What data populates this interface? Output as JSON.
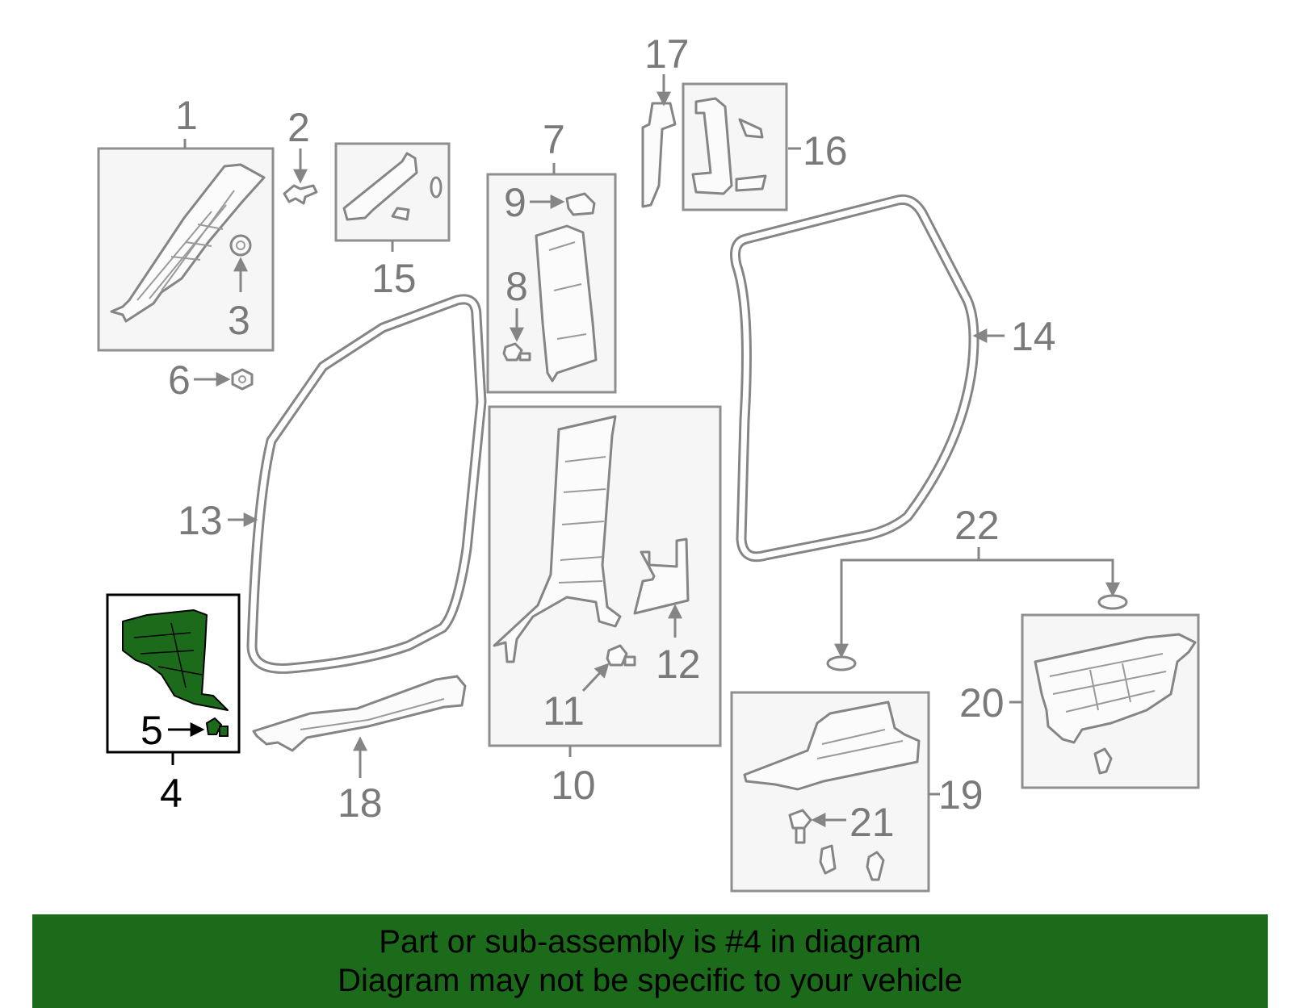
{
  "diagram": {
    "callouts": {
      "c1": "1",
      "c2": "2",
      "c3": "3",
      "c4": "4",
      "c5": "5",
      "c6": "6",
      "c7": "7",
      "c8": "8",
      "c9": "9",
      "c10": "10",
      "c11": "11",
      "c12": "12",
      "c13": "13",
      "c14": "14",
      "c15": "15",
      "c16": "16",
      "c17": "17",
      "c18": "18",
      "c19": "19",
      "c20": "20",
      "c21": "21",
      "c22": "22"
    },
    "highlight_part": "4",
    "highlight_color": "#1b6b1b",
    "line_color": "#858585",
    "box_fill": "#f6f6f6"
  },
  "banner": {
    "line1": "Part or sub-assembly is #4 in diagram",
    "line2": "Diagram may not be specific to your vehicle",
    "background": "#1b6b1b"
  }
}
